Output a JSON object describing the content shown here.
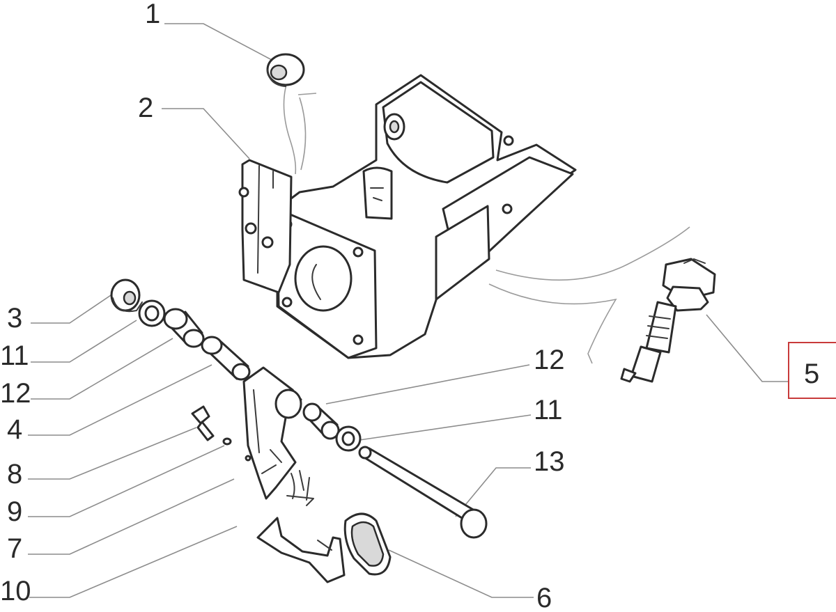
{
  "diagram": {
    "callouts": [
      {
        "id": "c1",
        "label": "1"
      },
      {
        "id": "c2",
        "label": "2"
      },
      {
        "id": "c3",
        "label": "3"
      },
      {
        "id": "c11a",
        "label": "11"
      },
      {
        "id": "c12a",
        "label": "12"
      },
      {
        "id": "c4",
        "label": "4"
      },
      {
        "id": "c8",
        "label": "8"
      },
      {
        "id": "c9",
        "label": "9"
      },
      {
        "id": "c7",
        "label": "7"
      },
      {
        "id": "c10",
        "label": "10"
      },
      {
        "id": "c12b",
        "label": "12"
      },
      {
        "id": "c11b",
        "label": "11"
      },
      {
        "id": "c13",
        "label": "13"
      },
      {
        "id": "c6",
        "label": "6"
      },
      {
        "id": "c5",
        "label": "5"
      }
    ],
    "highlighted_part": "5",
    "colors": {
      "line": "#2b2b2b",
      "leader": "#8c8c8c",
      "highlight": "#c83a3a"
    }
  }
}
